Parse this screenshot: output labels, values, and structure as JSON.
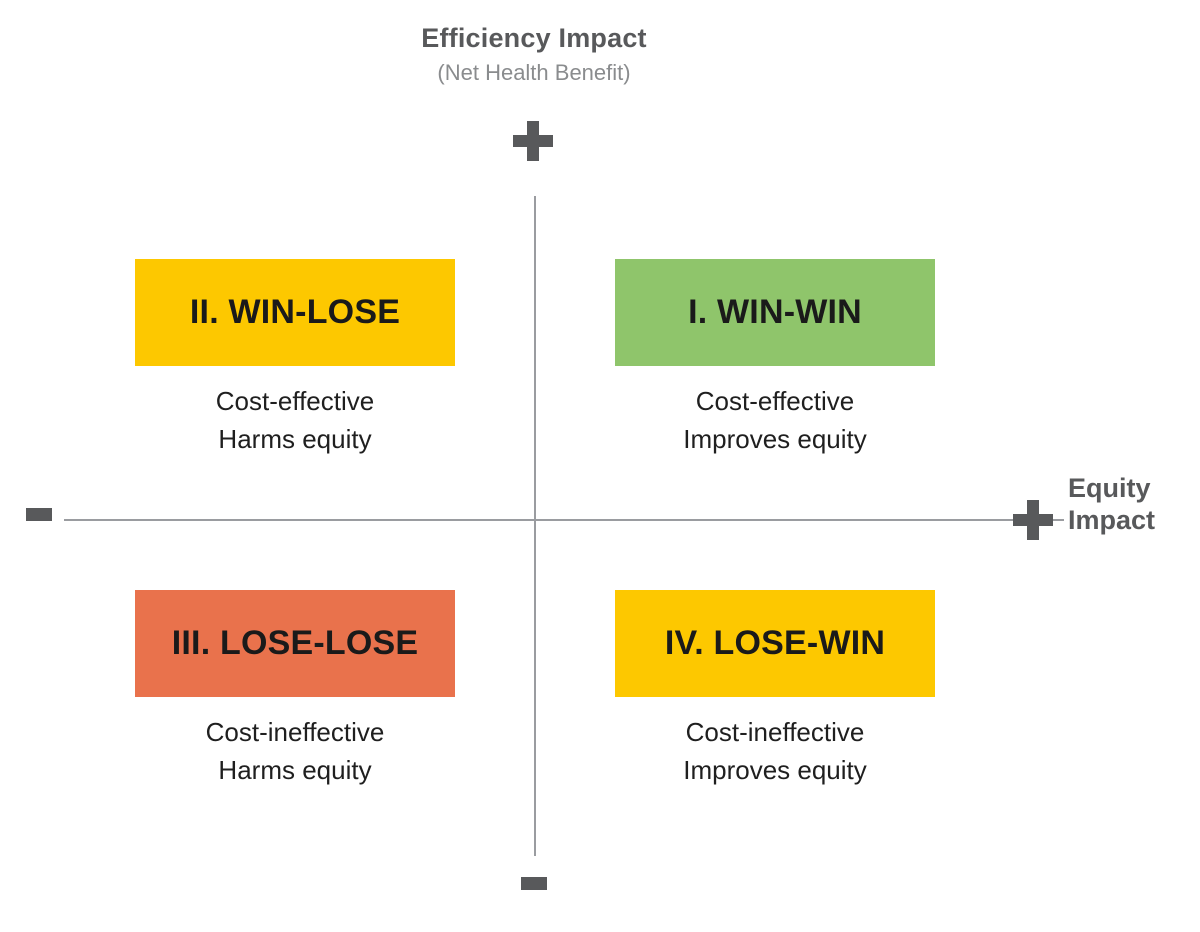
{
  "diagram": {
    "type": "two-by-two-matrix",
    "background": "#ffffff"
  },
  "axes": {
    "vertical": {
      "title": "Efficiency Impact",
      "subtitle": "(Net Health Benefit)",
      "positive_sign": "+",
      "negative_sign": "-",
      "line_color": "#9a9ca0"
    },
    "horizontal": {
      "title_line1": "Equity",
      "title_line2": "Impact",
      "positive_sign": "+",
      "negative_sign": "-",
      "line_color": "#9a9ca0"
    }
  },
  "colors": {
    "yellow": "#fdc800",
    "green": "#8fc56b",
    "orange": "#e9724c",
    "title_dark": "#58595b",
    "subtitle_gray": "#8a8c8e",
    "body_text": "#1f1f1f"
  },
  "quadrants": [
    {
      "id": "I",
      "label": "I. WIN-WIN",
      "color": "#8fc56b",
      "caption_line1": "Cost-effective",
      "caption_line2": "Improves equity",
      "position": "top-right"
    },
    {
      "id": "II",
      "label": "II. WIN-LOSE",
      "color": "#fdc800",
      "caption_line1": "Cost-effective",
      "caption_line2": "Harms equity",
      "position": "top-left"
    },
    {
      "id": "III",
      "label": "III. LOSE-LOSE",
      "color": "#e9724c",
      "caption_line1": "Cost-ineffective",
      "caption_line2": "Harms equity",
      "position": "bottom-left"
    },
    {
      "id": "IV",
      "label": "IV. LOSE-WIN",
      "color": "#fdc800",
      "caption_line1": "Cost-ineffective",
      "caption_line2": "Improves equity",
      "position": "bottom-right"
    }
  ]
}
